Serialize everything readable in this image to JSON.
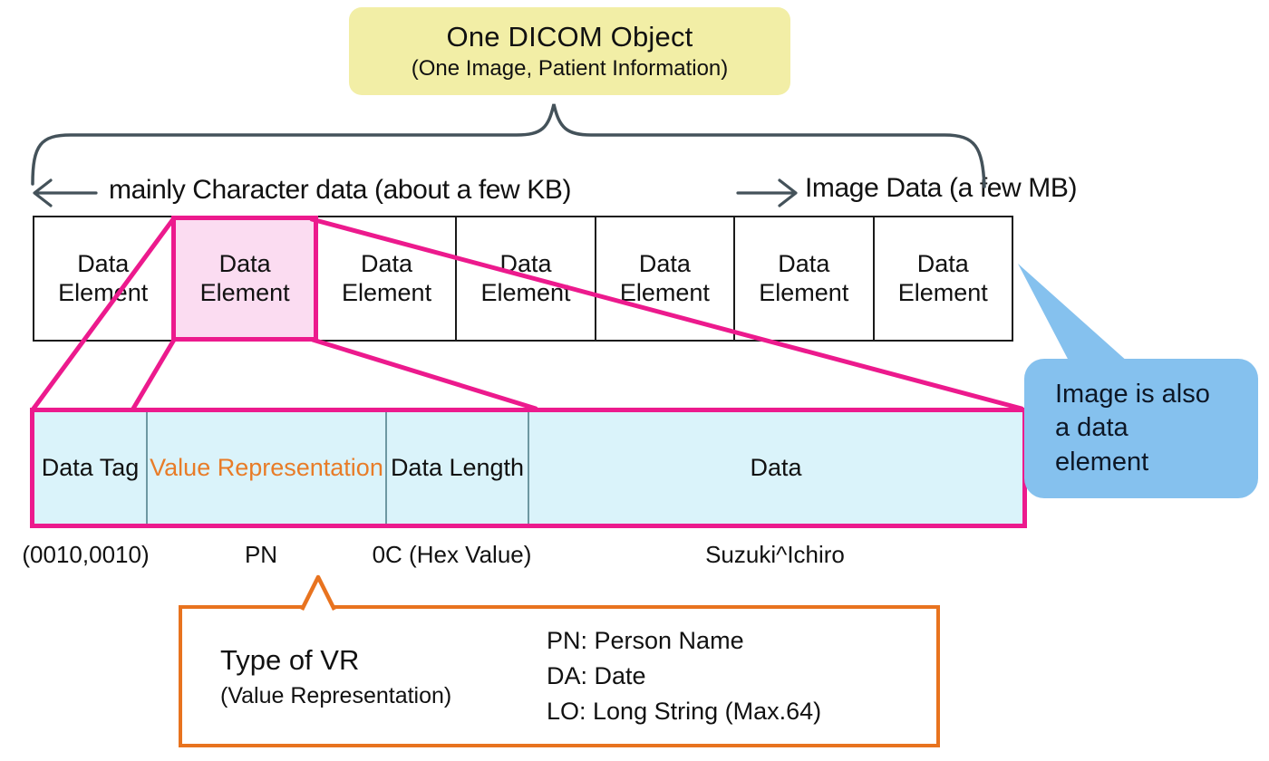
{
  "title_box": {
    "title": "One DICOM Object",
    "subtitle": "(One Image, Patient Information)"
  },
  "span_labels": {
    "left": "mainly Character data (about a few KB)",
    "right": "Image Data (a few MB)"
  },
  "element_row": {
    "elements": [
      "Data Element",
      "Data Element",
      "Data Element",
      "Data Element",
      "Data Element",
      "Data Element",
      "Data Element"
    ],
    "highlighted_index": 1
  },
  "detail_box": {
    "fields": [
      {
        "label": "Data Tag",
        "value": "(0010,0010)"
      },
      {
        "label": "Value Representation",
        "value": "PN"
      },
      {
        "label": "Data Length",
        "value": "0C (Hex Value)"
      },
      {
        "label": "Data",
        "value": "Suzuki^Ichiro"
      }
    ]
  },
  "callout_bubble": {
    "text": "Image is also a data element"
  },
  "vr_box": {
    "title": "Type of VR",
    "subtitle": "(Value Representation)",
    "entries": [
      "PN: Person Name",
      "DA: Date",
      "LO: Long String (Max.64)"
    ]
  },
  "colors": {
    "highlight_magenta": "#ec1a8d",
    "highlight_pink_fill": "#fbdcf1",
    "detail_cyan_fill": "#daf3fa",
    "bubble_blue": "#85c1ee",
    "vr_orange": "#e8731f",
    "vr_text_orange": "#e87c28",
    "title_yellow": "#f2eea6",
    "brace_slate": "#44525a"
  }
}
